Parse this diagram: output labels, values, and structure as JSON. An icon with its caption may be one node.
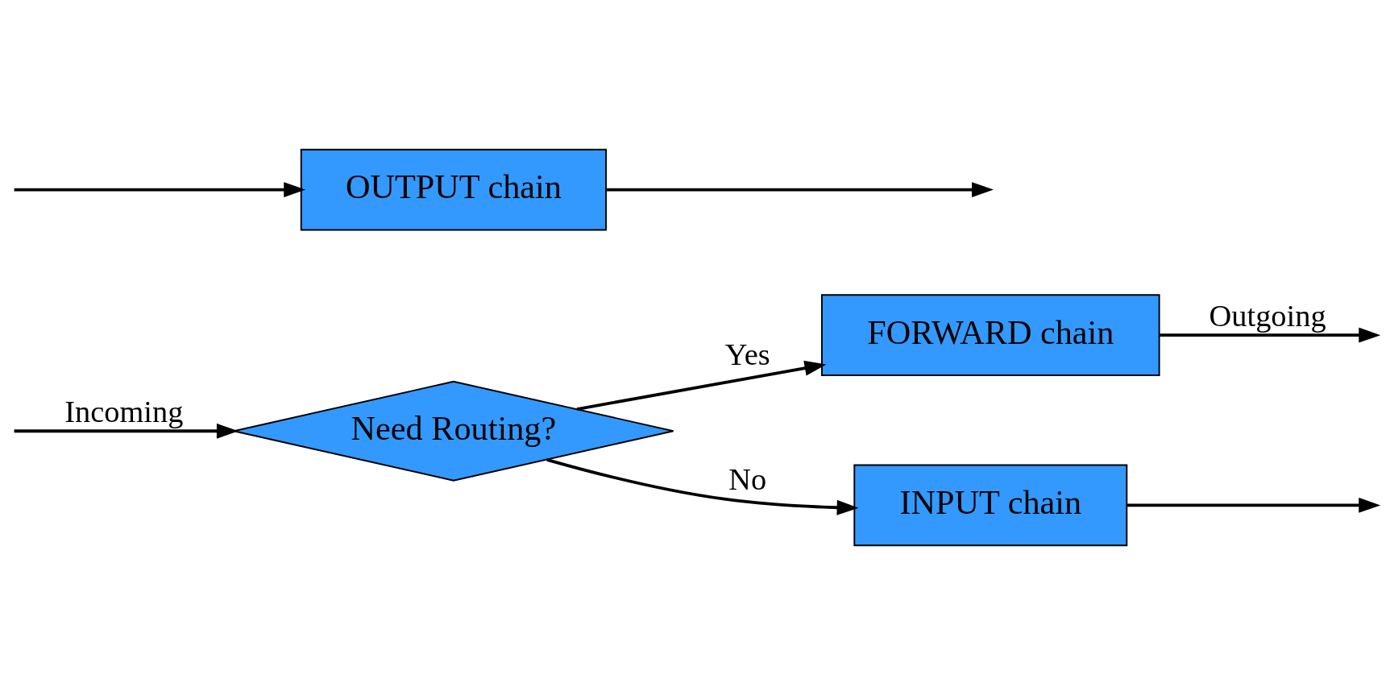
{
  "diagram": {
    "nodes": [
      {
        "text": [
          "Need Routing?"
        ]
      },
      {
        "text": [
          "FORWARD chain"
        ]
      },
      {
        "text": [
          "INPUT chain"
        ]
      },
      {
        "text": [
          "OUTPUT chain"
        ]
      }
    ],
    "edges": [
      {
        "from": null,
        "to": 0,
        "arrow": "to",
        "label": "Incoming"
      },
      {
        "from": 0,
        "to": 1,
        "arrow": "to",
        "label": "Yes"
      },
      {
        "from": 0,
        "to": 2,
        "arrow": "to",
        "label": "No"
      },
      {
        "from": 1,
        "to": null,
        "arrow": "to",
        "label": "Outgoing"
      },
      {
        "from": 3,
        "to": null,
        "arrow": "to"
      },
      {
        "from": 2,
        "to": null,
        "arrow": "to"
      },
      {
        "from": null,
        "to": 3,
        "arrow": "to"
      }
    ]
  }
}
